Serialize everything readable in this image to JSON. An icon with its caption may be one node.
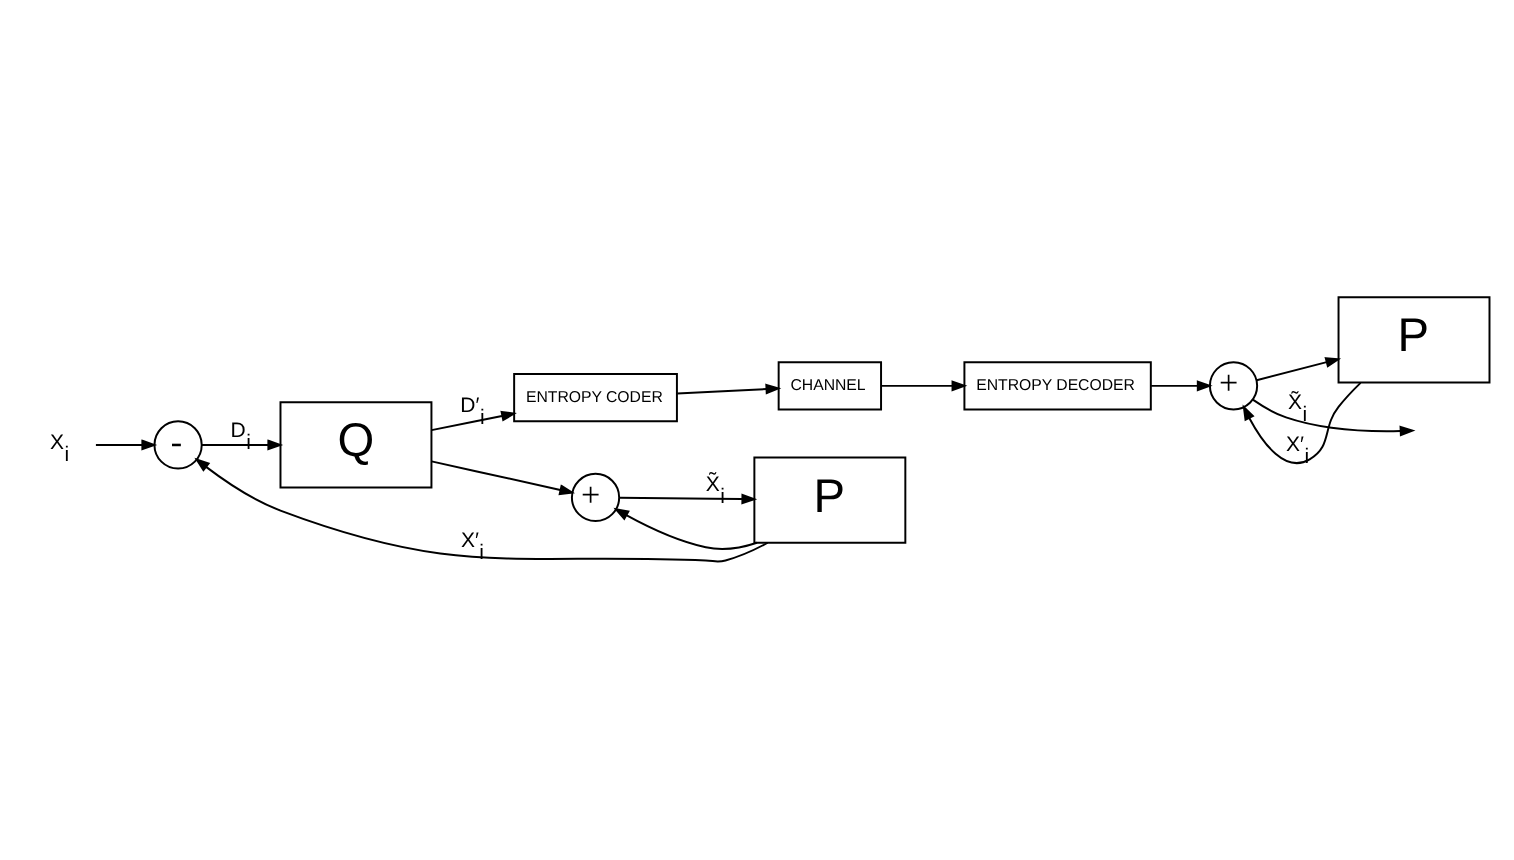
{
  "diagram": {
    "nodes": [
      {
        "text": [
          "X$_{i}$"
        ]
      },
      {
        "text": [
          "-"
        ]
      },
      {
        "text": [
          "Q"
        ]
      },
      {
        "text": [
          "ENTROPY CODER"
        ]
      },
      {
        "text": [
          "+"
        ]
      },
      {
        "text": [
          "P"
        ]
      },
      {
        "text": [
          "CHANNEL"
        ]
      },
      {
        "text": [
          "ENTROPY DECODER"
        ]
      },
      {
        "text": [
          "+"
        ]
      },
      {
        "text": [
          "P"
        ]
      }
    ],
    "edges": [
      {
        "from": 0,
        "to": 1,
        "arrow": "to"
      },
      {
        "from": 1,
        "to": 2,
        "arrow": "to",
        "label": "D$_{i}$"
      },
      {
        "from": 2,
        "to": 3,
        "arrow": "to",
        "label": "D′$_{i}$"
      },
      {
        "from": 2,
        "to": 4,
        "arrow": "to"
      },
      {
        "from": 5,
        "to": 1,
        "arrow": "to",
        "label": "X′$_{i}$"
      },
      {
        "from": 5,
        "to": 4,
        "arrow": "to"
      },
      {
        "from": 4,
        "to": 5,
        "arrow": "to",
        "label": "X̃$_{i}$"
      },
      {
        "from": 3,
        "to": 6,
        "arrow": "to"
      },
      {
        "from": 6,
        "to": 7,
        "arrow": "to"
      },
      {
        "from": 7,
        "to": 8,
        "arrow": "to"
      },
      {
        "from": 8,
        "to": null,
        "arrow": "to",
        "label": "X̃$_{i}$"
      },
      {
        "from": 8,
        "to": 9,
        "arrow": "to"
      },
      {
        "from": 9,
        "to": 8,
        "arrow": "to",
        "label": "X′$_{i}$"
      }
    ]
  }
}
